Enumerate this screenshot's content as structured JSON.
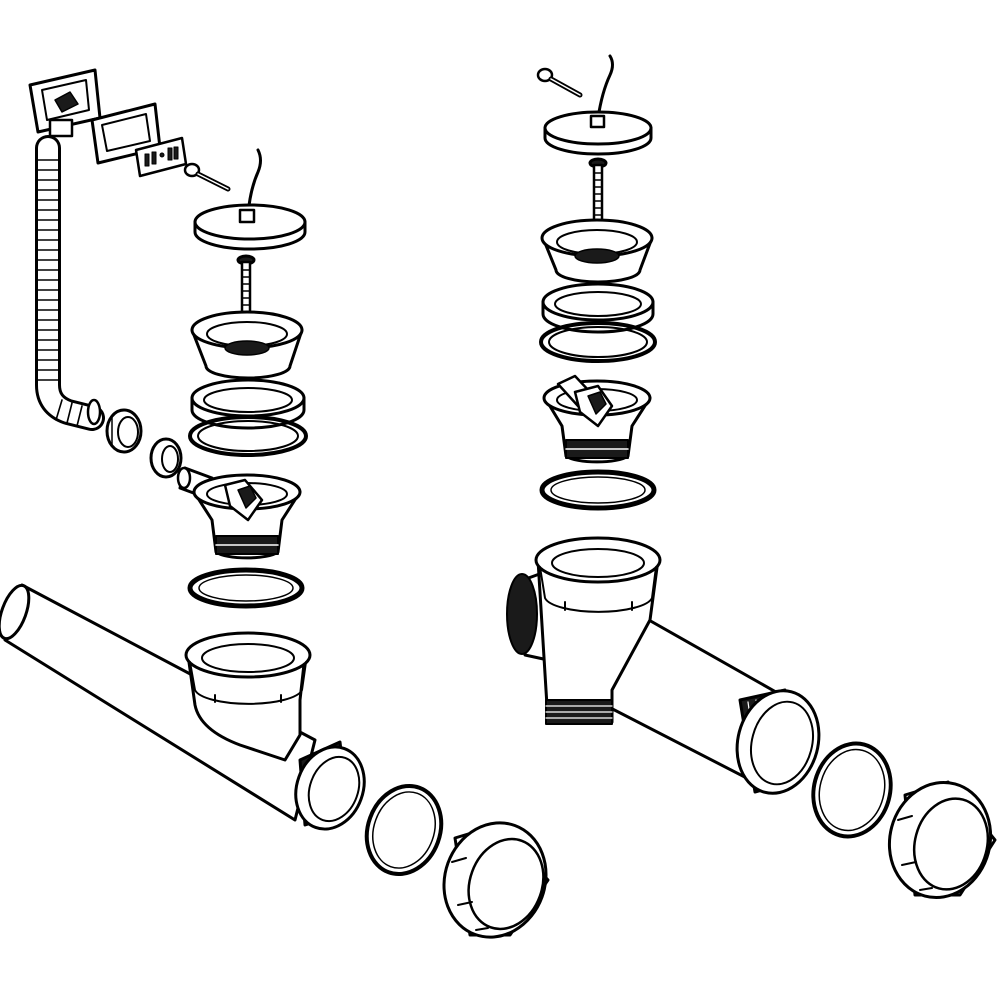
{
  "diagram": {
    "style": "black-and-white exploded isometric line drawing",
    "line_color": "#000000",
    "fill_color": "#ffffff",
    "shade_color": "#1a1a1a",
    "assemblies": [
      {
        "name": "left-assembly",
        "parts": [
          "overflow-rosette",
          "cover-plate",
          "clip-strip",
          "screw",
          "plug-with-chain",
          "spindle",
          "strainer-basket",
          "seal-ring",
          "flat-gasket",
          "elbow-connector",
          "overflow-hose",
          "hose-clamp",
          "hose-nut",
          "waste-outlet-valve",
          "lower-gasket",
          "tee-outlet-pipe",
          "pipe-seal",
          "union-nut"
        ]
      },
      {
        "name": "right-assembly",
        "parts": [
          "screw",
          "plug-with-chain",
          "spindle",
          "strainer-basket",
          "seal-ring",
          "flat-gasket",
          "waste-outlet-valve",
          "lower-gasket",
          "tee-outlet-pipe",
          "pipe-seal",
          "union-nut"
        ]
      }
    ]
  }
}
